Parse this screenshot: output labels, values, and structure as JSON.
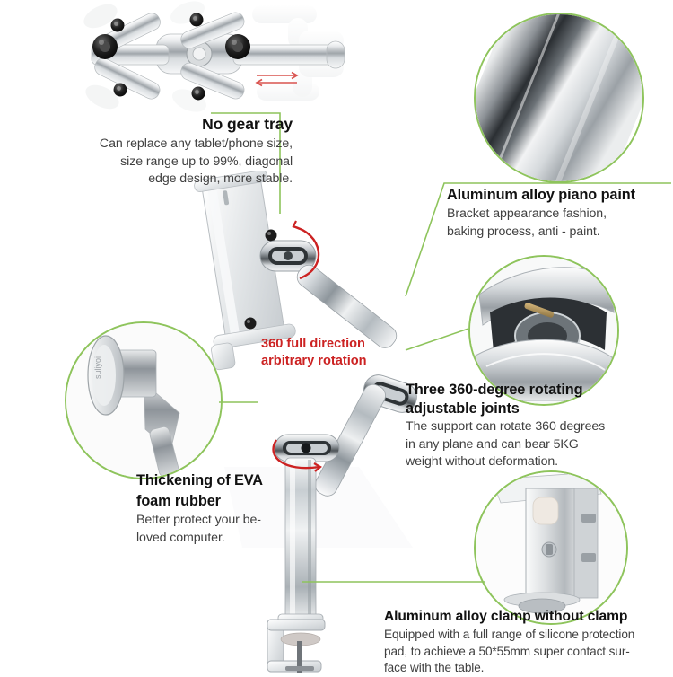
{
  "page": {
    "type": "product-infographic",
    "product": "Aluminum alloy tablet / laptop desk mount stand",
    "background_color": "#ffffff",
    "accent_green": "#8ec45c",
    "accent_red": "#cc2222",
    "title_color": "#111111",
    "body_color": "#404040"
  },
  "callouts": {
    "no_gear_tray": {
      "title": "No gear tray",
      "body_lines": [
        "Can replace any tablet/phone size,",
        "size range up to 99%, diagonal",
        "edge design, more stable."
      ]
    },
    "piano_paint": {
      "title": "Aluminum alloy piano paint",
      "body_lines": [
        "Bracket appearance fashion,",
        "baking process, anti - paint."
      ]
    },
    "rotating_joints": {
      "title_lines": [
        "Three 360-degree rotating",
        "adjustable joints"
      ],
      "body_lines": [
        "The support can rotate 360 degrees",
        "in any plane and can bear 5KG",
        "weight without deformation."
      ]
    },
    "eva_foam": {
      "title_lines": [
        "Thickening of EVA",
        "foam rubber"
      ],
      "body_lines": [
        "Better protect your be-",
        "loved computer."
      ]
    },
    "clamp": {
      "title": "Aluminum alloy clamp without clamp",
      "body_lines": [
        "Equipped with a full range of silicone protection",
        "pad, to achieve a 50*55mm super contact sur-",
        "face with the table."
      ]
    },
    "rotation": {
      "line1": "360 full direction",
      "line2": "arbitrary rotation"
    }
  },
  "photos": {
    "no_gear_tray": {
      "name": "gear-tray-clamp-mechanism-photo",
      "description": "Top-down view of adjustable aluminum holder arms with black knobs and sliding rail",
      "slide_arrows": "double-headed red slide arrows"
    },
    "piano_paint": {
      "name": "aluminum-tube-closeup-photo",
      "description": "Close-up of polished aluminum tube with piano paint finish"
    },
    "joint": {
      "name": "rotating-joint-closeup-photo",
      "description": "Close-up of the 360-degree rotating joint internals"
    },
    "eva": {
      "name": "eva-foam-pad-photo",
      "description": "EVA foam rubber pad disc on support arm"
    },
    "clamp": {
      "name": "clamp-closeup-photo",
      "description": "Aluminum alloy C-clamp with silicone protection pad"
    },
    "main_stand": {
      "name": "main-stand-assembly-photo",
      "description": "Full stand: tablet cradle, two articulated arms, three joints, vertical post and desk clamp"
    }
  }
}
